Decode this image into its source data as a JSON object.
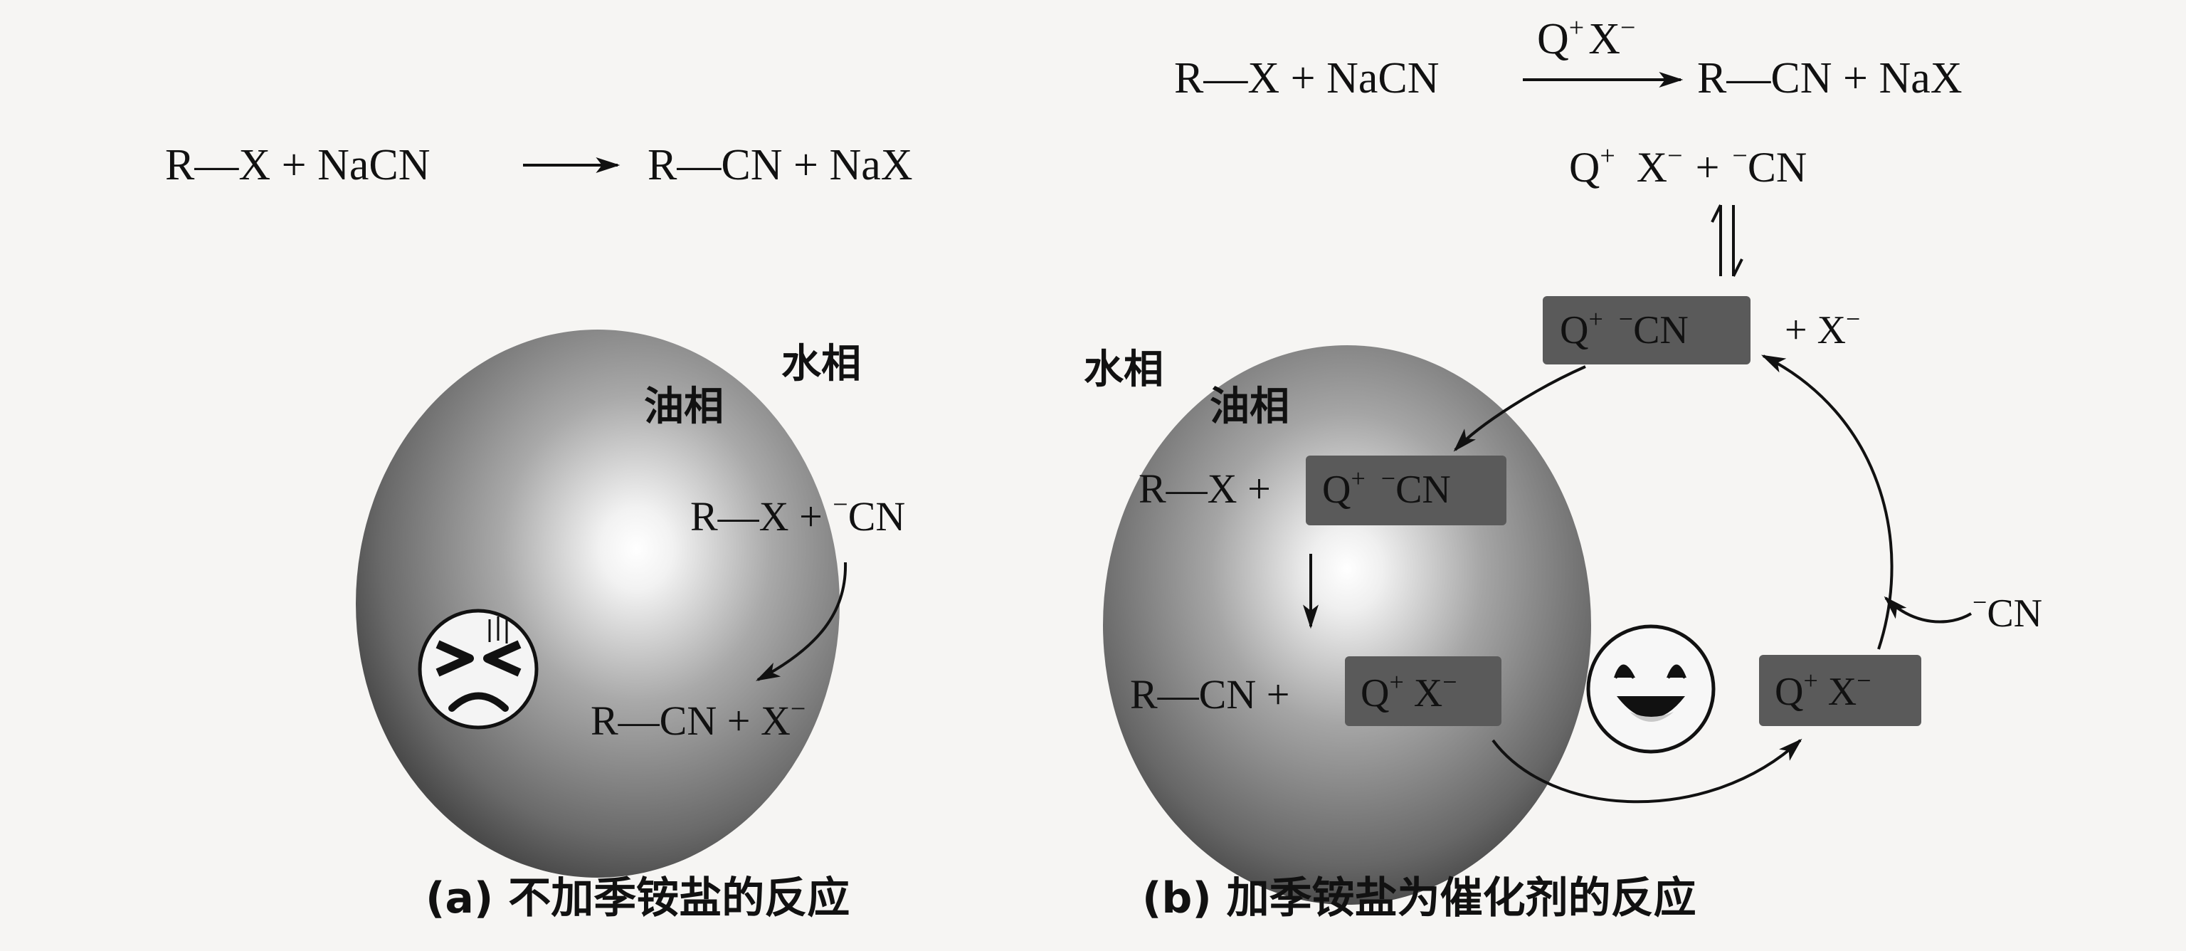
{
  "panel_a": {
    "equation": {
      "reactant": "R—X + NaCN",
      "product": "R—CN + NaX"
    },
    "label_water": "水相",
    "label_oil": "油相",
    "inner_reactant": "R—X + ",
    "inner_cn": "CN",
    "inner_cn_charge": "−",
    "inner_product": "R—CN + X",
    "inner_product_charge": "−",
    "face": "angry-face",
    "caption": "(a) 不加季铵盐的反应"
  },
  "panel_b": {
    "equation": {
      "reactant": "R—X + NaCN",
      "catalyst": "Q",
      "catalyst_charge": "+",
      "catalyst_anion": "X",
      "catalyst_anion_charge": "−",
      "product": "R—CN + NaX"
    },
    "equilibrium_line": {
      "q": "Q",
      "q_charge": "+",
      "x": "X",
      "x_charge": "−",
      "plus": "+",
      "cn": "CN",
      "cn_charge": "−"
    },
    "top_box": {
      "q": "Q",
      "q_charge": "+",
      "cn_charge": "−",
      "cn": "CN"
    },
    "top_box_side": {
      "text": "+ X",
      "charge": "−"
    },
    "label_water": "水相",
    "label_oil": "油相",
    "inner_reactant": "R—X +",
    "inner_box": {
      "q": "Q",
      "q_charge": "+",
      "cn_charge": "−",
      "cn": "CN"
    },
    "inner_product": "R—CN +",
    "inner_product_box": {
      "q": "Q",
      "q_charge": "+",
      "x": "X",
      "x_charge": "−"
    },
    "right_box": {
      "q": "Q",
      "q_charge": "+",
      "x": "X",
      "x_charge": "−"
    },
    "incoming_cn": {
      "charge": "−",
      "text": "CN"
    },
    "face": "smiling-face",
    "caption": "(b) 加季铵盐为催化剂的反应"
  },
  "colors": {
    "box_fill": "#5a5a5a",
    "sphere_dark": "#3e3e3e",
    "sphere_light": "#ffffff"
  }
}
